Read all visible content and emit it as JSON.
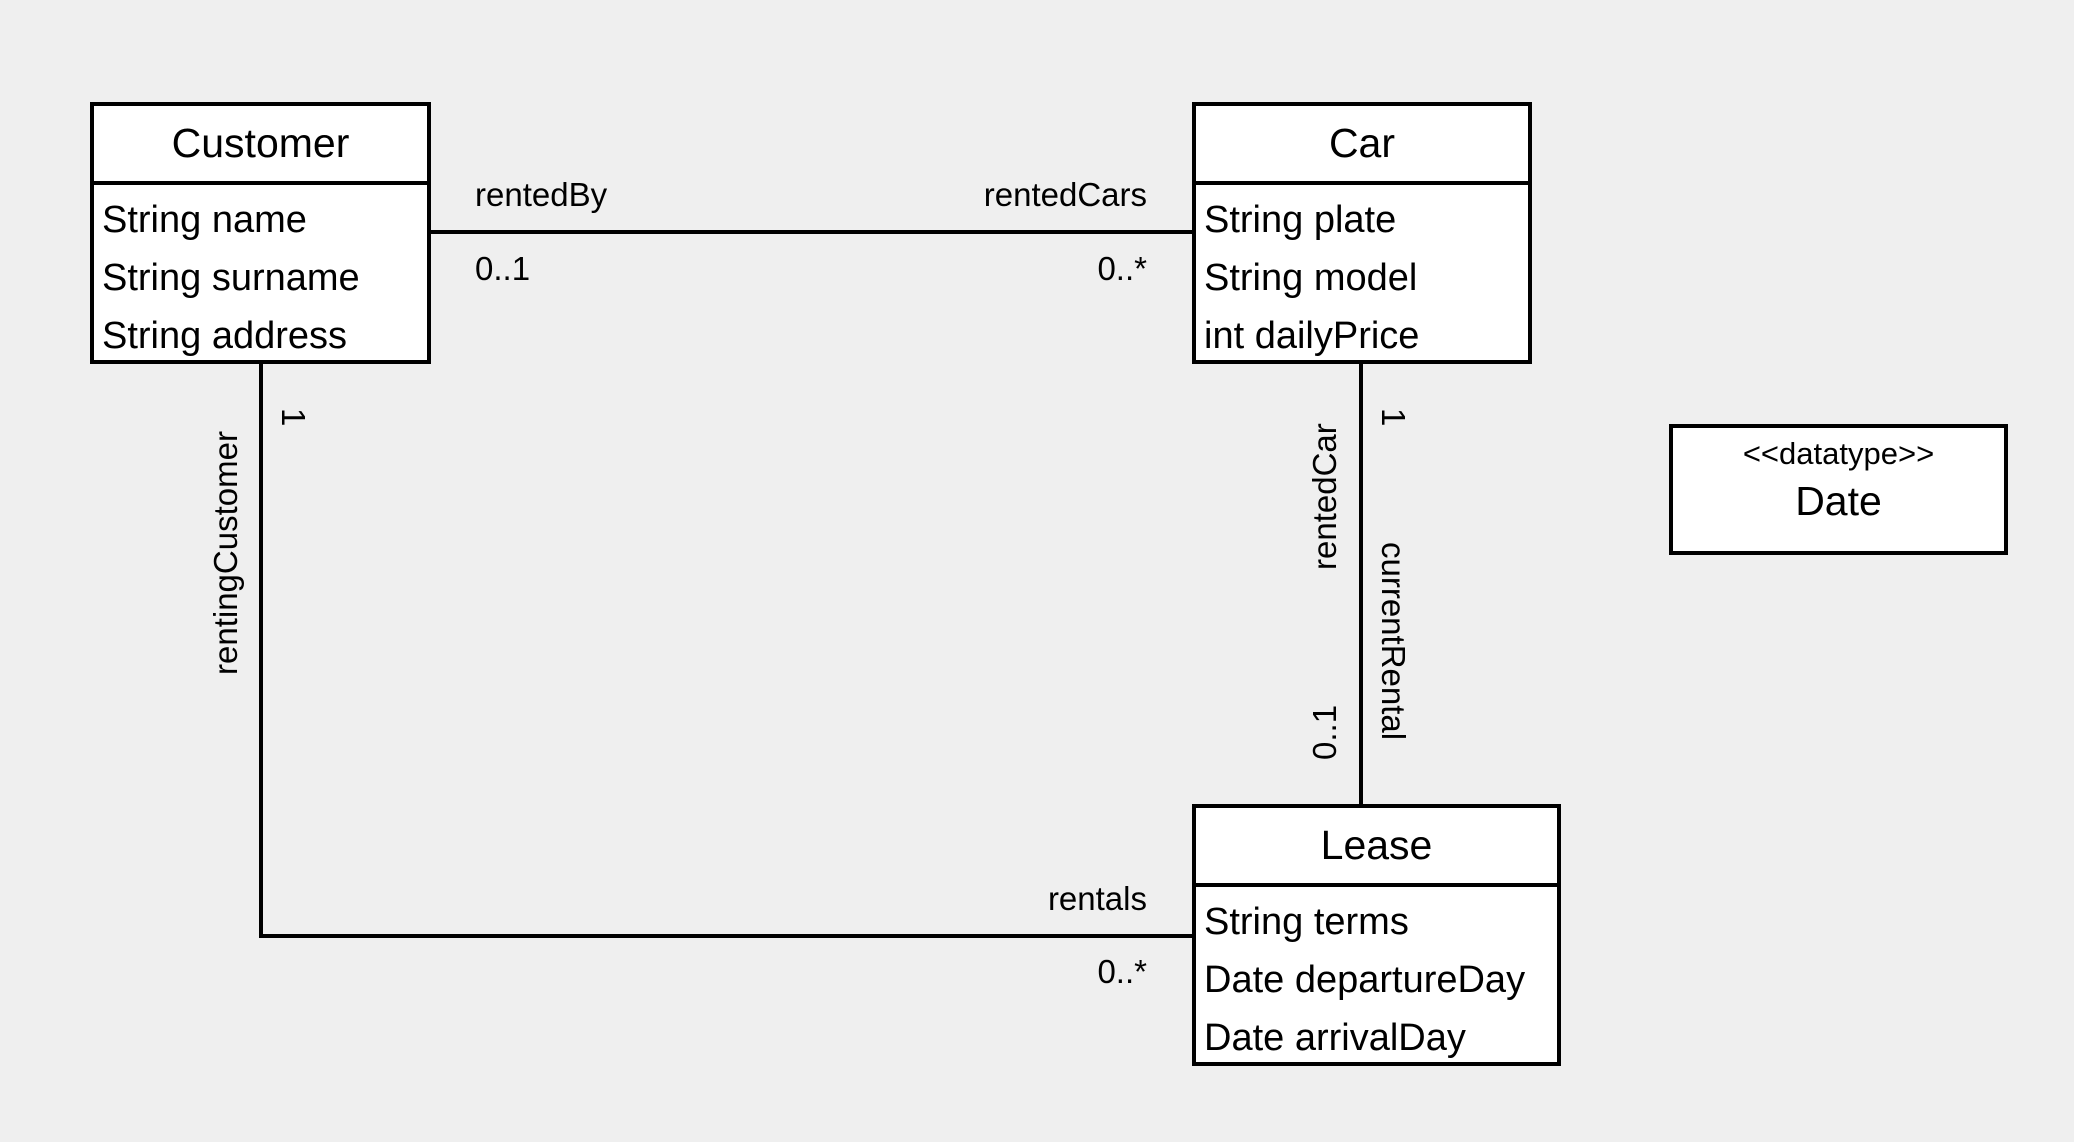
{
  "classes": {
    "customer": {
      "name": "Customer",
      "attributes": [
        "String name",
        "String surname",
        "String address"
      ]
    },
    "car": {
      "name": "Car",
      "attributes": [
        "String plate",
        "String model",
        "int dailyPrice"
      ]
    },
    "lease": {
      "name": "Lease",
      "attributes": [
        "String terms",
        "Date departureDay",
        "Date arrivalDay"
      ]
    },
    "date": {
      "stereotype": "<<datatype>>",
      "name": "Date"
    }
  },
  "associations": {
    "customer_car": {
      "customer_end_role": "rentedBy",
      "customer_end_multiplicity": "0..1",
      "car_end_role": "rentedCars",
      "car_end_multiplicity": "0..*"
    },
    "customer_lease": {
      "customer_end_role": "rentingCustomer",
      "customer_end_multiplicity": "1",
      "lease_end_role": "rentals",
      "lease_end_multiplicity": "0..*"
    },
    "car_lease": {
      "car_end_role": "rentedCar",
      "car_end_multiplicity": "1",
      "lease_end_role": "currentRental",
      "lease_end_multiplicity": "0..1"
    }
  }
}
